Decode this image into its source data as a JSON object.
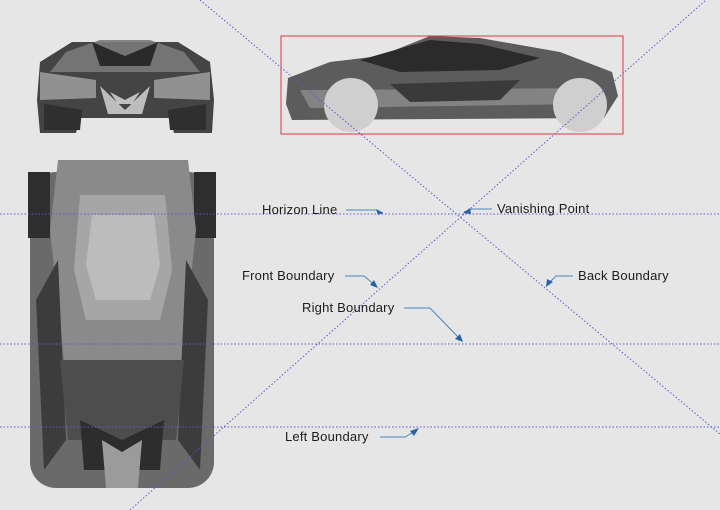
{
  "labels": {
    "horizon_line": "Horizon Line",
    "vanishing_point": "Vanishing Point",
    "front_boundary": "Front Boundary",
    "back_boundary": "Back Boundary",
    "right_boundary": "Right Boundary",
    "left_boundary": "Left Boundary"
  },
  "colors": {
    "background": "#e6e6e6",
    "guide_line": "#5a5ad0",
    "leader": "#4a86b8",
    "side_view_frame": "#d83a3a",
    "car_body": "#5a5a5a",
    "wheel": "#cfcfcf"
  }
}
